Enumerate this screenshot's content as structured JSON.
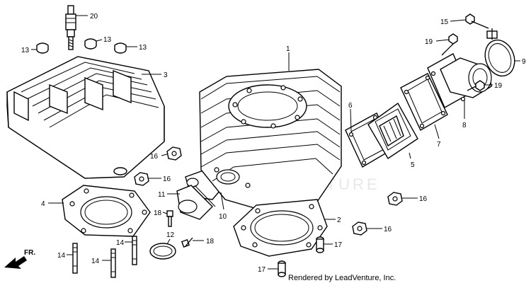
{
  "diagram": {
    "credit": "Rendered by LeadVenture, Inc.",
    "watermark": "LEADVENTURE",
    "direction_label": "FR.",
    "parts": [
      {
        "key": "p1",
        "number": "1"
      },
      {
        "key": "p2",
        "number": "2"
      },
      {
        "key": "p3",
        "number": "3"
      },
      {
        "key": "p4",
        "number": "4"
      },
      {
        "key": "p5",
        "number": "5"
      },
      {
        "key": "p6",
        "number": "6"
      },
      {
        "key": "p7",
        "number": "7"
      },
      {
        "key": "p8",
        "number": "8"
      },
      {
        "key": "p9",
        "number": "9"
      },
      {
        "key": "p10",
        "number": "10"
      },
      {
        "key": "p11",
        "number": "11"
      },
      {
        "key": "p12",
        "number": "12"
      },
      {
        "key": "p13a",
        "number": "13"
      },
      {
        "key": "p13b",
        "number": "13"
      },
      {
        "key": "p13c",
        "number": "13"
      },
      {
        "key": "p14a",
        "number": "14"
      },
      {
        "key": "p14b",
        "number": "14"
      },
      {
        "key": "p14c",
        "number": "14"
      },
      {
        "key": "p15",
        "number": "15"
      },
      {
        "key": "p16a",
        "number": "16"
      },
      {
        "key": "p16b",
        "number": "16"
      },
      {
        "key": "p16c",
        "number": "16"
      },
      {
        "key": "p16d",
        "number": "16"
      },
      {
        "key": "p17a",
        "number": "17"
      },
      {
        "key": "p17b",
        "number": "17"
      },
      {
        "key": "p18a",
        "number": "18"
      },
      {
        "key": "p18b",
        "number": "18"
      },
      {
        "key": "p19a",
        "number": "19"
      },
      {
        "key": "p19b",
        "number": "19"
      },
      {
        "key": "p20",
        "number": "20"
      }
    ]
  }
}
